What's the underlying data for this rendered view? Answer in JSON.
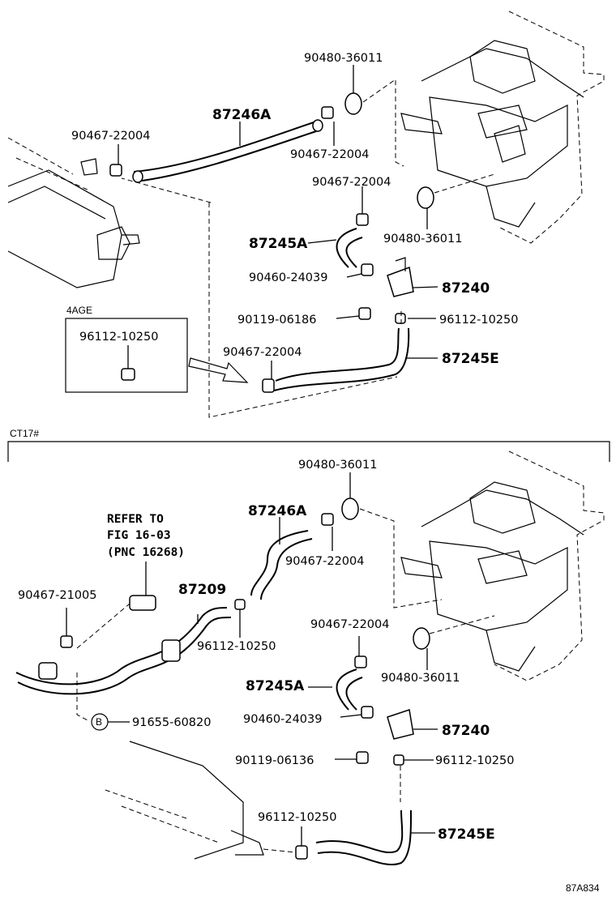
{
  "labels": {
    "top": {
      "p90480_36011_a": "90480-36011",
      "p87246A": "87246A",
      "p90467_22004_a": "90467-22004",
      "p90467_22004_b": "90467-22004",
      "p90467_22004_c": "90467-22004",
      "p90480_36011_b": "90480-36011",
      "p87245A": "87245A",
      "p90460_24039": "90460-24039",
      "p87240": "87240",
      "p90119_06186": "90119-06186",
      "p96112_10250": "96112-10250",
      "p90467_22004_d": "90467-22004",
      "p87245E": "87245E",
      "box_title": "4AGE",
      "box_part": "96112-10250"
    },
    "section_label": "CT17#",
    "bottom": {
      "p90480_36011_a": "90480-36011",
      "p87246A": "87246A",
      "refer_1": "REFER TO",
      "refer_2": "FIG 16-03",
      "refer_3": "(PNC 16268)",
      "p90467_22004_a": "90467-22004",
      "p90467_21005": "90467-21005",
      "p87209": "87209",
      "p96112_10250_a": "96112-10250",
      "p90467_22004_b": "90467-22004",
      "p90480_36011_b": "90480-36011",
      "p87245A": "87245A",
      "b_marker": "B",
      "p91655_60820": "91655-60820",
      "p90460_24039": "90460-24039",
      "p87240": "87240",
      "p90119_06136": "90119-06136",
      "p96112_10250_b": "96112-10250",
      "p96112_10250_c": "96112-10250",
      "p87245E": "87245E"
    },
    "figure_code": "87A834"
  }
}
